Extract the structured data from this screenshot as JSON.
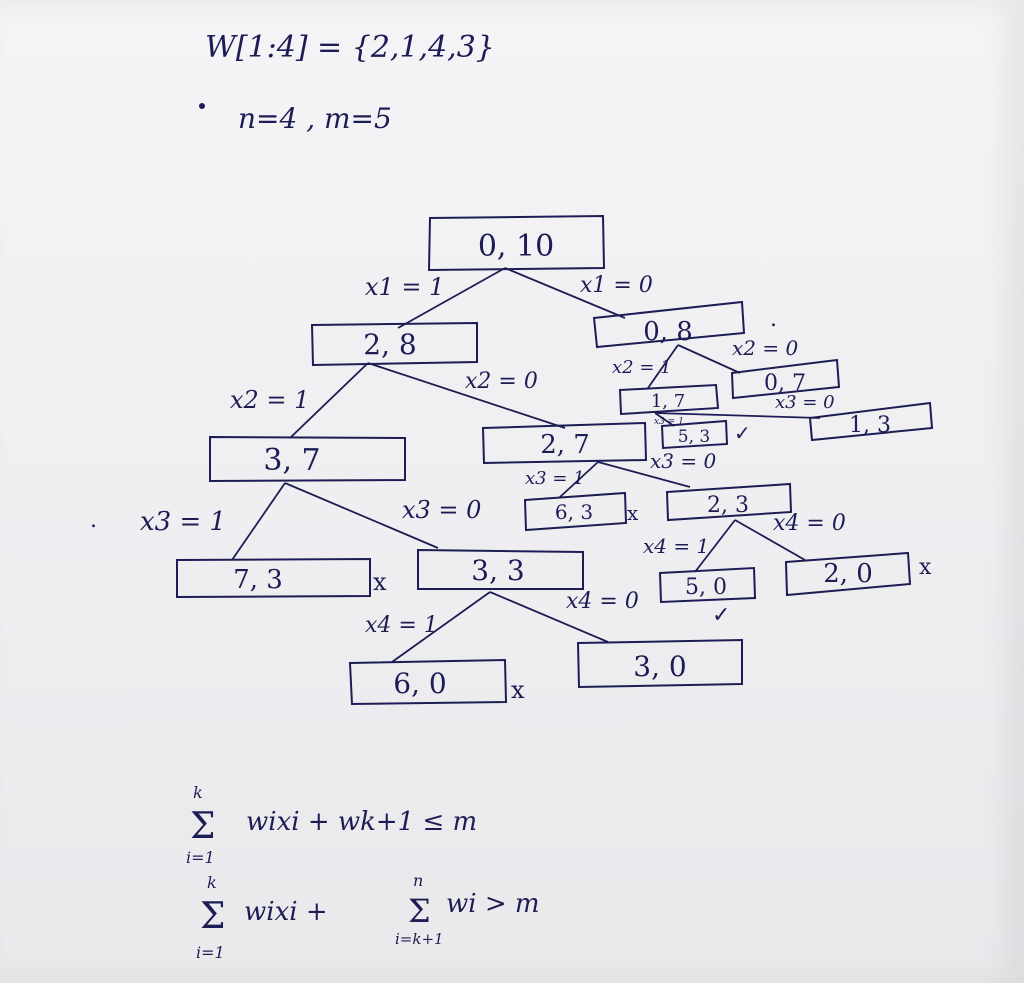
{
  "header": {
    "weights_line": "W[1:4] = {2,1,4,3}",
    "params_line": "n=4 , m=5"
  },
  "nodes": [
    {
      "id": "root",
      "label": "0, 10"
    },
    {
      "id": "n28",
      "label": "2, 8"
    },
    {
      "id": "n08",
      "label": "0, 8"
    },
    {
      "id": "n37",
      "label": "3, 7"
    },
    {
      "id": "n27",
      "label": "2, 7"
    },
    {
      "id": "n17",
      "label": "1, 7"
    },
    {
      "id": "n07",
      "label": "0, 7"
    },
    {
      "id": "n53",
      "label": "5, 3"
    },
    {
      "id": "n13",
      "label": "1, 3"
    },
    {
      "id": "n73",
      "label": "7, 3"
    },
    {
      "id": "n33",
      "label": "3, 3"
    },
    {
      "id": "n63",
      "label": "6, 3"
    },
    {
      "id": "n23",
      "label": "2, 3"
    },
    {
      "id": "n60",
      "label": "6, 0"
    },
    {
      "id": "n30",
      "label": "3, 0"
    },
    {
      "id": "n50",
      "label": "5, 0"
    },
    {
      "id": "n20",
      "label": "2, 0"
    }
  ],
  "edges": [
    {
      "from": "root",
      "to": "n28",
      "label": "x1 = 1"
    },
    {
      "from": "root",
      "to": "n08",
      "label": "x1 = 0"
    },
    {
      "from": "n28",
      "to": "n37",
      "label": "x2 = 1"
    },
    {
      "from": "n28",
      "to": "n27",
      "label": "x2 = 0"
    },
    {
      "from": "n08",
      "to": "n17",
      "label": "x2 = 1"
    },
    {
      "from": "n08",
      "to": "n07",
      "label": "x2 = 0"
    },
    {
      "from": "n17",
      "to": "n53",
      "label": "x3 = 1"
    },
    {
      "from": "n17",
      "to": "n13",
      "label": "x3 = 0"
    },
    {
      "from": "n37",
      "to": "n73",
      "label": "x3 = 1"
    },
    {
      "from": "n37",
      "to": "n33",
      "label": "x3 = 0"
    },
    {
      "from": "n27",
      "to": "n63",
      "label": "x3 = 1"
    },
    {
      "from": "n27",
      "to": "n23",
      "label": "x3 = 0"
    },
    {
      "from": "n33",
      "to": "n60",
      "label": "x4 = 1"
    },
    {
      "from": "n33",
      "to": "n30",
      "label": "x4 = 0"
    },
    {
      "from": "n23",
      "to": "n50",
      "label": "x4 = 1"
    },
    {
      "from": "n23",
      "to": "n20",
      "label": "x4 = 0"
    }
  ],
  "marks": {
    "reject": "x",
    "accept": "✓",
    "stray_dot": "."
  },
  "conditions": {
    "line1": {
      "sum_top": "k",
      "sum_bottom": "i=1",
      "body": "wixi + wk+1 ≤ m"
    },
    "line2": {
      "sum_top": "k",
      "sum_bottom": "i=1",
      "body1": "wixi +",
      "sum2_top": "n",
      "sum2_bottom": "i=k+1",
      "body2": "wi > m"
    }
  }
}
